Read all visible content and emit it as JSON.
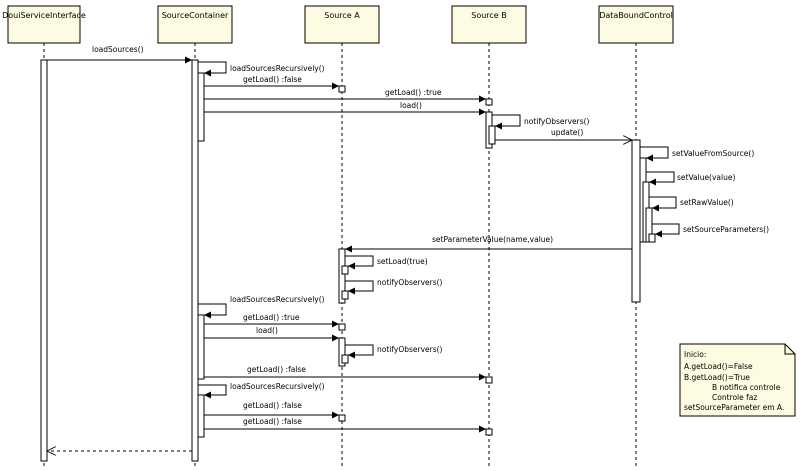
{
  "participants": [
    {
      "id": "dou",
      "name": "DouiServiceInterface"
    },
    {
      "id": "sc",
      "name": "SourceContainer"
    },
    {
      "id": "sa",
      "name": "Source A"
    },
    {
      "id": "sb",
      "name": "Source B"
    },
    {
      "id": "dbc",
      "name": "DataBoundControl"
    }
  ],
  "messages": [
    {
      "id": "m1",
      "from": "dou",
      "to": "sc",
      "label": "loadSources()"
    },
    {
      "id": "m2",
      "from": "sc",
      "to": "sc",
      "label": "loadSourcesRecursively()"
    },
    {
      "id": "m3",
      "from": "sc",
      "to": "sa",
      "label": "getLoad() :false"
    },
    {
      "id": "m4",
      "from": "sc",
      "to": "sb",
      "label": "getLoad() :true"
    },
    {
      "id": "m5",
      "from": "sc",
      "to": "sb",
      "label": "load()"
    },
    {
      "id": "m6",
      "from": "sb",
      "to": "sb",
      "label": "notifyObservers()"
    },
    {
      "id": "m7",
      "from": "sb",
      "to": "dbc",
      "label": "update()"
    },
    {
      "id": "m8",
      "from": "dbc",
      "to": "dbc",
      "label": "setValueFromSource()"
    },
    {
      "id": "m9",
      "from": "dbc",
      "to": "dbc",
      "label": "setValue(value)"
    },
    {
      "id": "m10",
      "from": "dbc",
      "to": "dbc",
      "label": "setRawValue()"
    },
    {
      "id": "m11",
      "from": "dbc",
      "to": "dbc",
      "label": "setSourceParameters()"
    },
    {
      "id": "m12",
      "from": "dbc",
      "to": "sa",
      "label": "setParameterValue(name,value)"
    },
    {
      "id": "m13",
      "from": "sa",
      "to": "sa",
      "label": "setLoad(true)"
    },
    {
      "id": "m14",
      "from": "sa",
      "to": "sa",
      "label": "notifyObservers()"
    },
    {
      "id": "m15",
      "from": "sc",
      "to": "sc",
      "label": "loadSourcesRecursively()"
    },
    {
      "id": "m16",
      "from": "sc",
      "to": "sa",
      "label": "getLoad() :true"
    },
    {
      "id": "m17",
      "from": "sc",
      "to": "sa",
      "label": "load()"
    },
    {
      "id": "m18",
      "from": "sa",
      "to": "sa",
      "label": "notifyObservers()"
    },
    {
      "id": "m19",
      "from": "sc",
      "to": "sb",
      "label": "getLoad() :false"
    },
    {
      "id": "m20",
      "from": "sc",
      "to": "sc",
      "label": "loadSourcesRecursively()"
    },
    {
      "id": "m21",
      "from": "sc",
      "to": "sa",
      "label": "getLoad() :false"
    },
    {
      "id": "m22",
      "from": "sc",
      "to": "sb",
      "label": "getLoad() :false"
    },
    {
      "id": "m23",
      "from": "sc",
      "to": "dou",
      "label": ""
    }
  ],
  "note": {
    "lines": [
      "Inicio:",
      "A.getLoad()=False",
      "B.getLoad()=True",
      "B notifica controle",
      "Controle faz",
      "setSourceParameter em A."
    ]
  }
}
